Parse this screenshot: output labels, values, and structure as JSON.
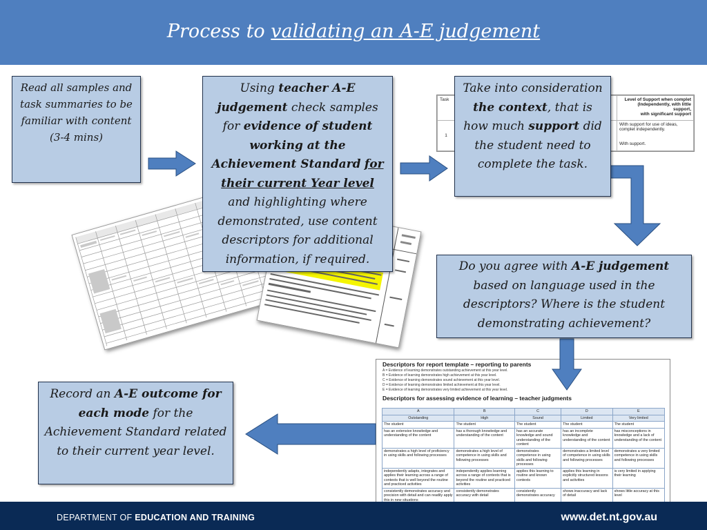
{
  "header": {
    "title_prefix": "Process to ",
    "title_underlined": "validating an A-E judgement"
  },
  "steps": {
    "step1": {
      "text": "Read all samples and task summaries to be familiar with content",
      "time": "(3-4 mins)"
    },
    "step2": {
      "t1": "Using ",
      "b1": "teacher A-E judgement",
      "t2": " check samples for ",
      "b2": "evidence of student working at the Achievement Standard",
      "t3": " ",
      "bu1": "for their current Year level",
      "t4": " and highlighting where demonstrated, use content descriptors for additional information, if required."
    },
    "step3": {
      "t1": "Take into consideration ",
      "b1": "the context",
      "t2": ", that is how much ",
      "b2": "support",
      "t3": " did the student need to complete the task."
    },
    "step4": {
      "t1": "Do you agree with ",
      "b1": "A-E judgement",
      "t2": " based on language used in the descriptors? Where is the student demonstrating achievement?"
    },
    "step5": {
      "t1": "Record an ",
      "b1": "A-E outcome for each mode",
      "t2": " for the Achievement Standard related to their current year level."
    }
  },
  "colors": {
    "header_bg": "#4f7fbf",
    "box_bg": "#b8cce4",
    "arrow": "#4f7fbf",
    "footer_bg": "#0a2a55",
    "highlight": "#f5f500"
  },
  "task_table": {
    "col1": "Task",
    "col3_line1": "Level of Support when complet",
    "col3_line2": "(Independently, with little support,",
    "col3_line3": "with significant support",
    "row_num": "1",
    "row1_support": "With support for use of ideas, complet independently.",
    "row2_support": "With support."
  },
  "descriptors_doc": {
    "heading1": "Descriptors for report template – reporting to parents",
    "lines": [
      "A = Evidence of learning demonstrates outstanding achievement at this year level.",
      "B = Evidence of learning demonstrates high achievement at this year level.",
      "C = Evidence of learning demonstrates sound achievement at this year level.",
      "D = Evidence of learning demonstrates limited achievement at this year level.",
      "E = Evidence of learning demonstrates very limited achievement at this year level."
    ],
    "heading2": "Descriptors for assessing evidence of learning – teacher judgments",
    "grades": [
      "A",
      "B",
      "C",
      "D",
      "E"
    ],
    "levels": [
      "Outstanding",
      "High",
      "Sound",
      "Limited",
      "Very limited"
    ],
    "student_label": "The student",
    "rows": [
      [
        "has an extensive knowledge and understanding of the content",
        "has a thorough knowledge and understanding of the content",
        "has an accurate knowledge and sound understanding of the content",
        "has an incomplete knowledge and understanding of the content",
        "has misconceptions in knowledge and a lack of understanding of the content"
      ],
      [
        "demonstrates a high level of proficiency in using skills and following processes",
        "demonstrates a high level of competence in using skills and following processes",
        "demonstrates competence in using skills and following processes",
        "demonstrates a limited level of competence in using skills and following processes",
        "demonstrates a very limited competence in using skills and following processes"
      ],
      [
        "independently adapts, integrates and applies their learning across a range of contexts that is well beyond the routine and practiced activities",
        "independently applies learning across a range of contexts that is beyond the routine and practiced activities",
        "applies this learning to routine and known contexts",
        "applies this learning in explicitly structured lessons and activities",
        "is very limited in applying their learning"
      ],
      [
        "consistently demonstrates accuracy and precision with detail and can readily apply this in new situations",
        "consistently demonstrates accuracy with detail",
        "consistently demonstrates accuracy",
        "shows inaccuracy and lack of detail",
        "shows little accuracy at this level"
      ]
    ]
  },
  "footer": {
    "dept_prefix": "DEPARTMENT OF ",
    "dept_bold": "EDUCATION AND TRAINING",
    "url": "www.det.nt.gov.au"
  }
}
